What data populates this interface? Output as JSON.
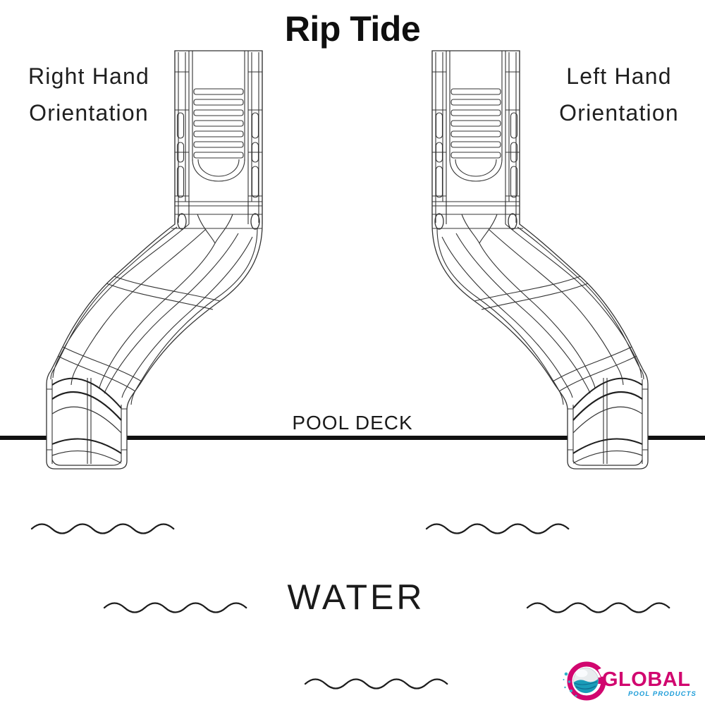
{
  "title": "Rip Tide",
  "figures": {
    "left": {
      "line1": "Right Hand",
      "line2": "Orientation"
    },
    "right": {
      "line1": "Left Hand",
      "line2": "Orientation"
    }
  },
  "labels": {
    "pool_deck": "POOL DECK",
    "water": "WATER"
  },
  "logo": {
    "brand": "GLOBAL",
    "tagline": "POOL PRODUCTS"
  },
  "icons": {
    "slide_drawing": "s-curve-water-slide-line-art",
    "water_wave": "sine-wave-line",
    "logo_mark": "magenta-g-with-water-globe"
  },
  "colors": {
    "line_art": "#333333",
    "deck_line": "#111111",
    "text": "#1d1d1d",
    "logo_magenta": "#d1066f",
    "logo_blue": "#1b9cd8",
    "water_teal": "#1a9cb8"
  }
}
